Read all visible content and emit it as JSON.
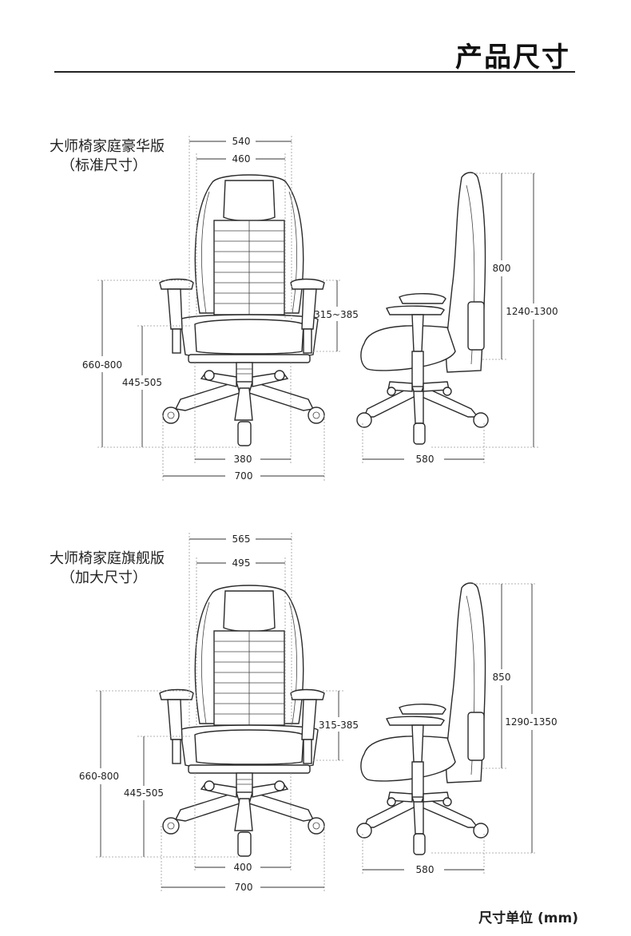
{
  "header": {
    "title": "产品尺寸"
  },
  "models": [
    {
      "name": "大师椅家庭豪华版",
      "subtitle": "（标准尺寸）",
      "dims": {
        "overall_width": "540",
        "back_width": "460",
        "armrest_height": "660-800",
        "seat_height": "445-505",
        "armrest_adjust": "315~385",
        "seat_width": "380",
        "base_width": "700",
        "back_height": "800",
        "total_height": "1240-1300",
        "depth": "580"
      }
    },
    {
      "name": "大师椅家庭旗舰版",
      "subtitle": "（加大尺寸）",
      "dims": {
        "overall_width": "565",
        "back_width": "495",
        "armrest_height": "660-800",
        "seat_height": "445-505",
        "armrest_adjust": "315-385",
        "seat_width": "400",
        "base_width": "700",
        "back_height": "850",
        "total_height": "1290-1350",
        "depth": "580"
      }
    }
  ],
  "footer": {
    "unit_note": "尺寸单位 (mm)"
  }
}
